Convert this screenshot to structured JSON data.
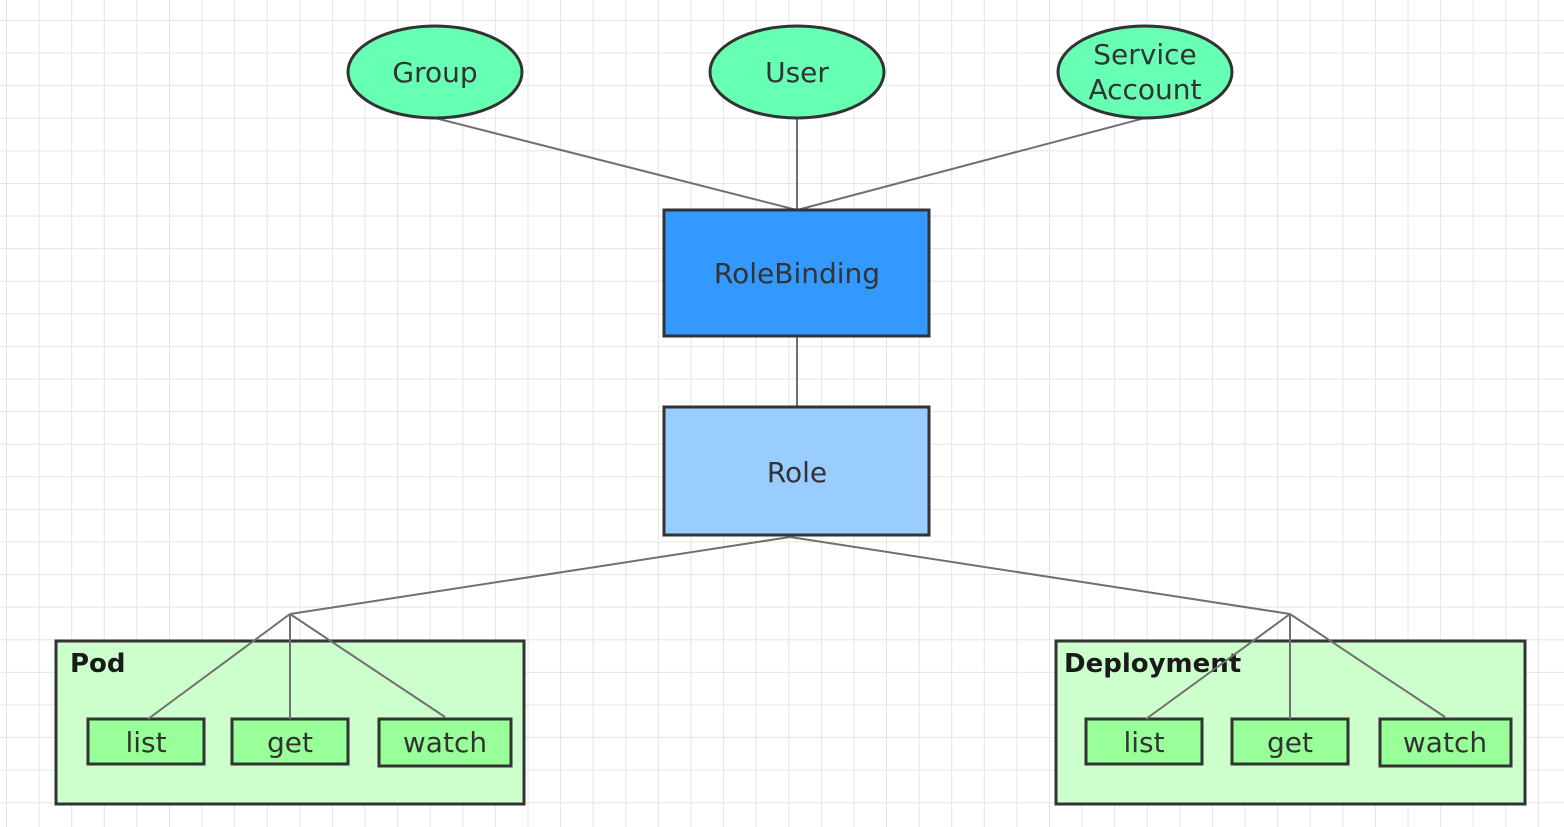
{
  "subjects": [
    {
      "id": "group",
      "lines": [
        "Group"
      ]
    },
    {
      "id": "user",
      "lines": [
        "User"
      ]
    },
    {
      "id": "service-account",
      "lines": [
        "Service",
        "Account"
      ]
    }
  ],
  "rolebinding": {
    "label": "RoleBinding"
  },
  "role": {
    "label": "Role"
  },
  "resources": [
    {
      "id": "pod",
      "title": "Pod",
      "verbs": [
        "list",
        "get",
        "watch"
      ]
    },
    {
      "id": "deployment",
      "title": "Deployment",
      "verbs": [
        "list",
        "get",
        "watch"
      ]
    }
  ],
  "colors": {
    "subject_fill": "#66ffb3",
    "rolebinding_fill": "#3399ff",
    "role_fill": "#99ccff",
    "resource_fill": "#ccffcc",
    "verb_fill": "#99ff99",
    "stroke": "#333333",
    "connector": "#707070"
  }
}
